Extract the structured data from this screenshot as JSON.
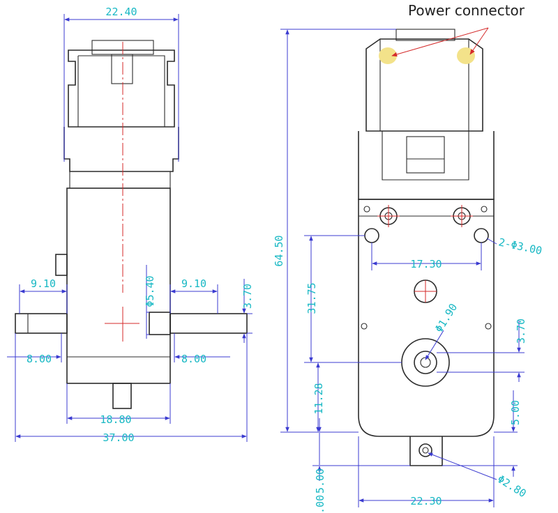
{
  "annotation": {
    "power_connector": "Power connector"
  },
  "colors": {
    "outline": "#2b2b2b",
    "dimension_line": "#3b3bd0",
    "dimension_text": "#18b8c4",
    "center_line": "#d42a2a",
    "connector_highlight": "#f3e28a"
  },
  "side_view": {
    "top_width": "22.40",
    "left_shaft_top": "9.10",
    "right_shaft_top": "9.10",
    "shaft_diameter": "Φ5.40",
    "shaft_height": "3.70",
    "left_shaft_bottom": "8.00",
    "right_shaft_bottom": "8.00",
    "bottom_width": "18.80",
    "total_width": "37.00"
  },
  "front_view": {
    "total_height": "64.50",
    "hole_spacing": "17.30",
    "mount_holes": "2-Φ3.00",
    "pivot_to_bottom": "31.75",
    "hub_diameter": "Φ1.90",
    "hub_offset": "3.70",
    "hub_to_body_bottom": "11.28",
    "body_to_tab": "5.00",
    "tab_height": "5.00",
    "tab_hole": "Φ2.80",
    "body_width": "22.30"
  }
}
